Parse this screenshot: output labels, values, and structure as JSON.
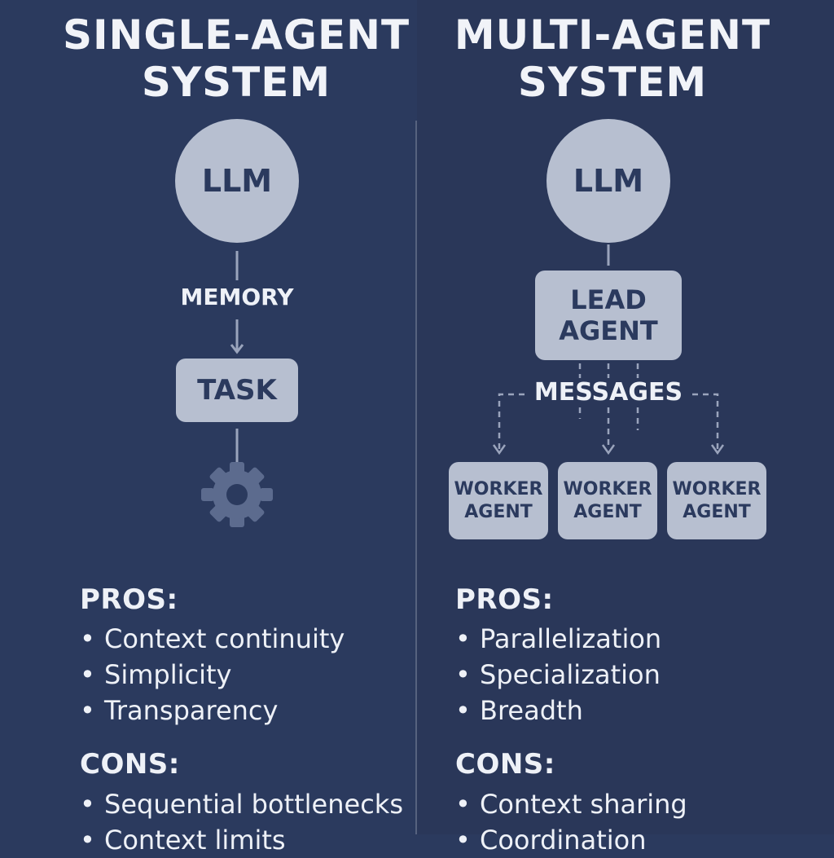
{
  "single": {
    "title_line1": "SINGLE-AGENT",
    "title_line2": "SYSTEM",
    "llm": "LLM",
    "memory": "MEMORY",
    "task": "TASK",
    "pros_heading": "PROS:",
    "pros": [
      "Context continuity",
      "Simplicity",
      "Transparency"
    ],
    "cons_heading": "CONS:",
    "cons": [
      "Sequential bottlenecks",
      "Context limits"
    ]
  },
  "multi": {
    "title_line1": "MULTI-AGENT",
    "title_line2": "SYSTEM",
    "llm": "LLM",
    "lead_line1": "LEAD",
    "lead_line2": "AGENT",
    "messages": "MESSAGES",
    "worker_line1": "WORKER",
    "worker_line2": "AGENT",
    "pros_heading": "PROS:",
    "pros": [
      "Parallelization",
      "Specialization",
      "Breadth"
    ],
    "cons_heading": "CONS:",
    "cons": [
      "Context sharing",
      "Coordination"
    ]
  },
  "bullet_char": "•",
  "colors": {
    "background": "#2b3a5e",
    "node_fill": "#b7bfd0",
    "node_text": "#2b3a5e",
    "gear": "#5c6b8e",
    "text": "#eef1f7"
  },
  "icons": [
    "gear-icon"
  ]
}
